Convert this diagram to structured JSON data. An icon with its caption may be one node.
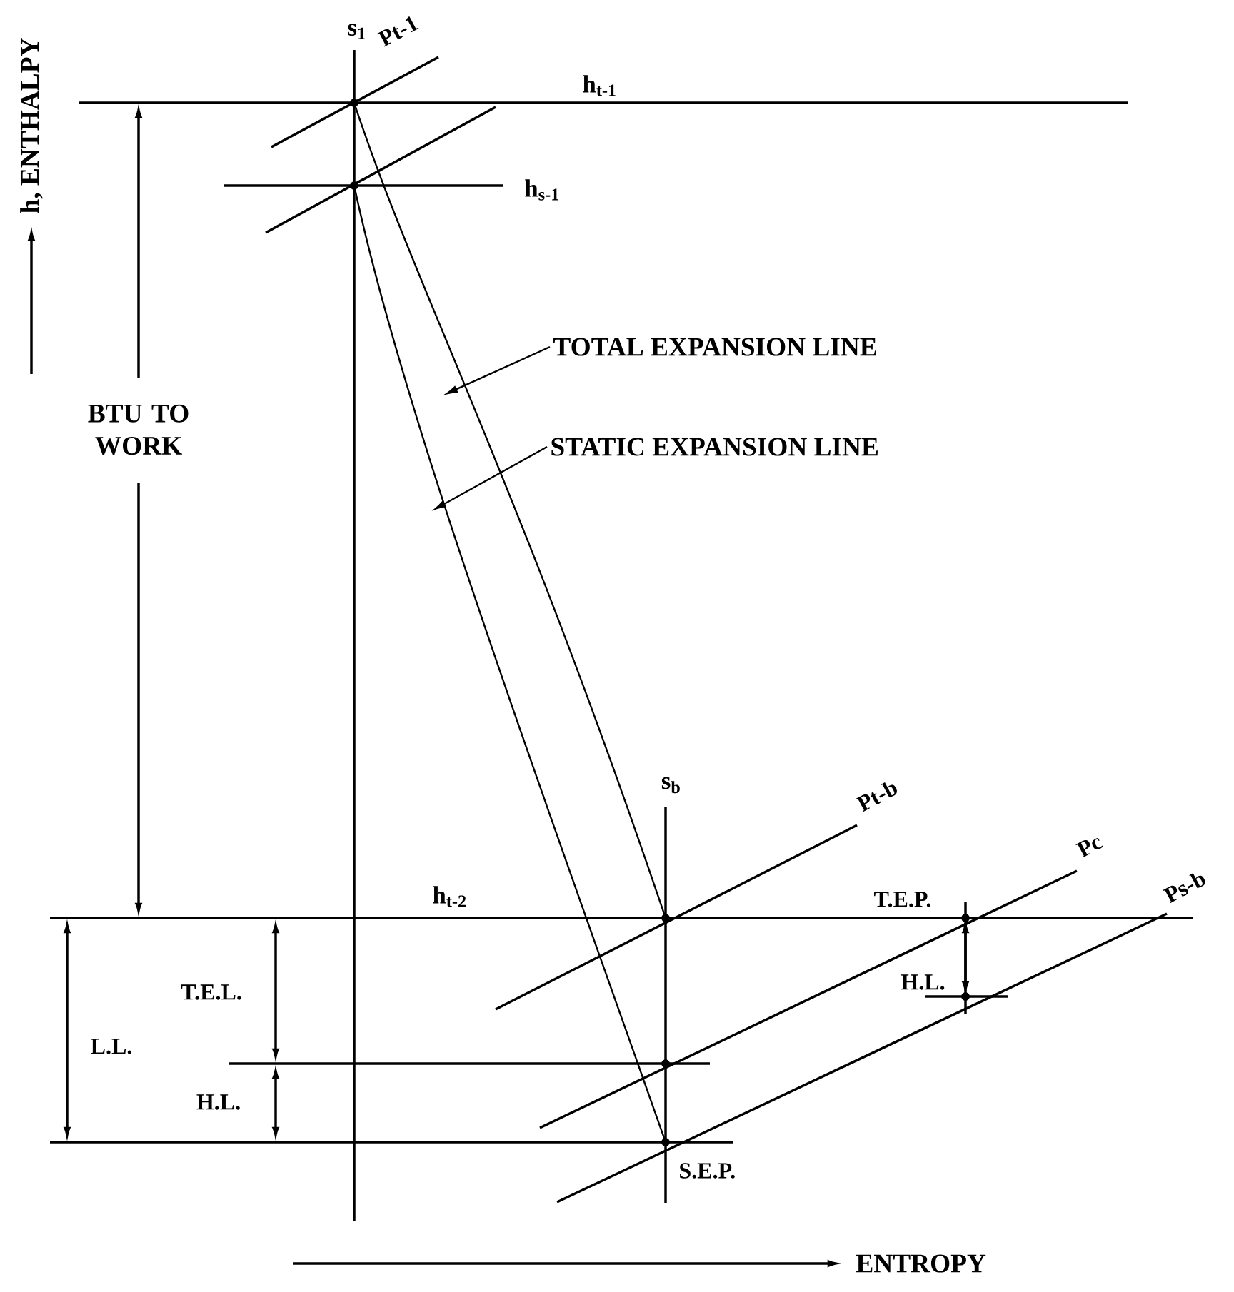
{
  "diagram": {
    "nodes": [
      {
        "text": [
          "TOTAL EXPANSION LINE"
        ]
      },
      {
        "text": [
          "STATIC EXPANSION LINE"
        ]
      }
    ],
    "edges": [
      {
        "from": 0,
        "to": null,
        "arrow": "to"
      },
      {
        "from": 1,
        "to": null,
        "arrow": "to"
      }
    ],
    "labels": [
      "h, ENTHALPY",
      "s$_{1}$",
      "Pt-1",
      "h$_{t-1}$",
      "h$_{s-1}$",
      "BTU TO WORK",
      "s$_{b}$",
      "Pt-b",
      "h$_{t-2}$",
      "Pc",
      "T.E.P.",
      "Ps-b",
      "T.E.L.",
      "L.L.",
      "H.L.",
      "H.L.",
      "S.E.P.",
      "ENTROPY"
    ]
  }
}
